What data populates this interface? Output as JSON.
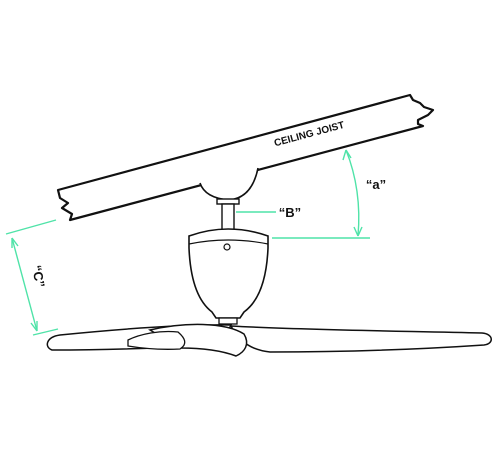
{
  "labels": {
    "joist": "CEILING JOIST",
    "angle": "“a”",
    "downrod": "“B”",
    "clearance": "“C”"
  },
  "colors": {
    "outline": "#111111",
    "dimension": "#4fe3a8"
  }
}
